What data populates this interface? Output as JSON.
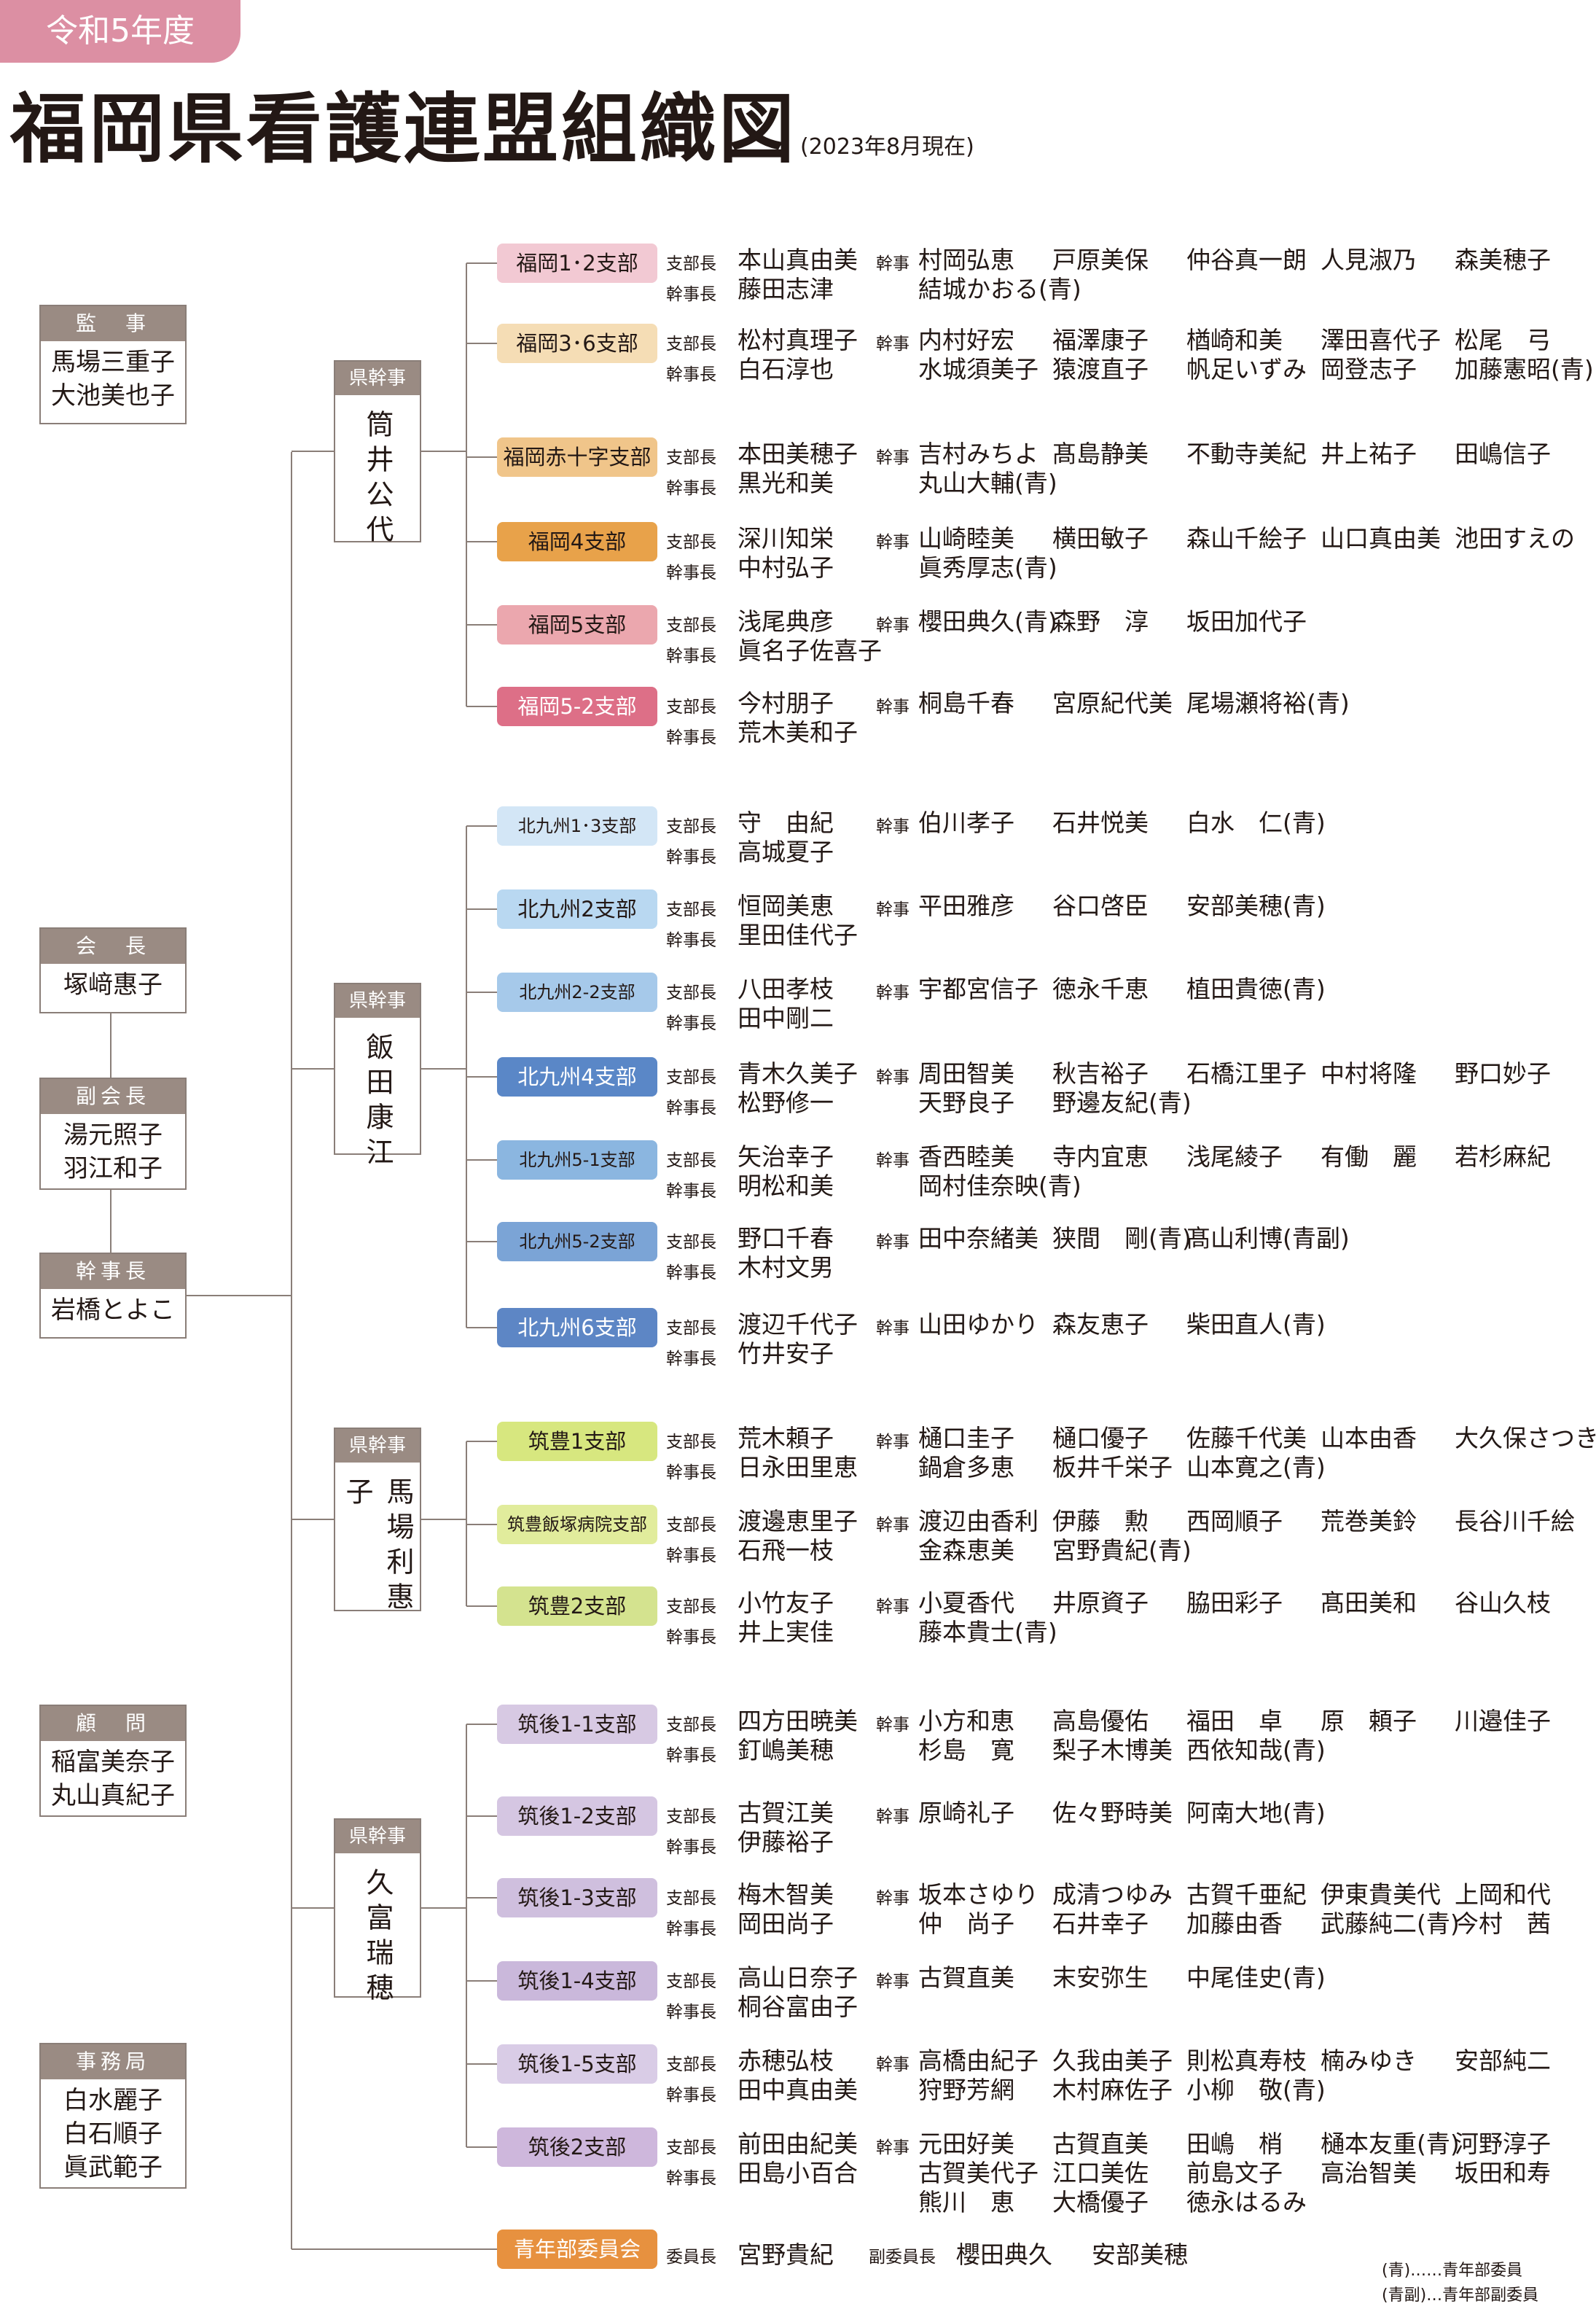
{
  "header": {
    "badge": "令和5年度",
    "title": "福岡県看護連盟組織図",
    "date_note": "(2023年8月現在)"
  },
  "roles": [
    {
      "title": "監　事",
      "names": [
        "馬場三重子",
        "大池美也子"
      ]
    },
    {
      "title": "会　長",
      "names": [
        "塚﨑惠子"
      ]
    },
    {
      "title": "副会長",
      "names": [
        "湯元照子",
        "羽江和子"
      ]
    },
    {
      "title": "幹事長",
      "names": [
        "岩橋とよこ"
      ]
    },
    {
      "title": "顧　問",
      "names": [
        "稲富美奈子",
        "丸山真紀子"
      ]
    },
    {
      "title": "事務局",
      "names": [
        "白水麗子",
        "白石順子",
        "眞武範子"
      ]
    }
  ],
  "kenkanji": [
    {
      "title": "県幹事",
      "name": "筒井公代"
    },
    {
      "title": "県幹事",
      "name": "飯田康江"
    },
    {
      "title": "県幹事",
      "name": "馬場利惠子"
    },
    {
      "title": "県幹事",
      "name": "久富瑞穂"
    }
  ],
  "labels": {
    "shibucho": "支部長",
    "kanjicho": "幹事長",
    "kanji": "幹事",
    "iincho": "委員長",
    "fukuiincho": "副委員長"
  },
  "colors": {
    "fukuoka": [
      "#f2c9d3",
      "#f5ddb5",
      "#f0c58a",
      "#e8a24a",
      "#eba7ae",
      "#dd6f87"
    ],
    "kitakyushu": [
      "#d3e6f6",
      "#b9d8f1",
      "#a6c9ea",
      "#5a87c7",
      "#8bb6e0",
      "#7ba4d6",
      "#5d86c5"
    ],
    "chikuho": [
      "#d7e77f",
      "#e1ec9c",
      "#d4e38f"
    ],
    "chikugo": [
      "#d7c9e3",
      "#d5c6e2",
      "#cfbfde",
      "#cab8db",
      "#d9cce6",
      "#ceb7dc"
    ],
    "youth": "#e7913f"
  },
  "branches": [
    {
      "name": "福岡1･2支部",
      "shibucho": "本山真由美",
      "kanjicho": "藤田志津",
      "kanji": [
        [
          "村岡弘恵",
          "戸原美保",
          "仲谷真一朗",
          "人見淑乃",
          "森美穂子"
        ],
        [
          "結城かおる(青)"
        ]
      ]
    },
    {
      "name": "福岡3･6支部",
      "shibucho": "松村真理子",
      "kanjicho": "白石淳也",
      "kanji": [
        [
          "内村好宏",
          "福澤康子",
          "楢崎和美",
          "澤田喜代子",
          "松尾　弓"
        ],
        [
          "水城須美子",
          "猿渡直子",
          "帆足いずみ",
          "岡登志子",
          "加藤憲昭(青)"
        ]
      ]
    },
    {
      "name": "福岡赤十字支部",
      "shibucho": "本田美穂子",
      "kanjicho": "黒光和美",
      "kanji": [
        [
          "吉村みちよ",
          "髙島静美",
          "不動寺美紀",
          "井上祐子",
          "田嶋信子"
        ],
        [
          "丸山大輔(青)"
        ]
      ]
    },
    {
      "name": "福岡4支部",
      "shibucho": "深川知栄",
      "kanjicho": "中村弘子",
      "kanji": [
        [
          "山崎睦美",
          "横田敏子",
          "森山千絵子",
          "山口真由美",
          "池田すえの"
        ],
        [
          "眞秀厚志(青)"
        ]
      ]
    },
    {
      "name": "福岡5支部",
      "shibucho": "浅尾典彦",
      "kanjicho": "眞名子佐喜子",
      "kanji": [
        [
          "櫻田典久(青)",
          "森野　淳",
          "坂田加代子"
        ]
      ]
    },
    {
      "name": "福岡5-2支部",
      "shibucho": "今村朋子",
      "kanjicho": "荒木美和子",
      "kanji": [
        [
          "桐島千春",
          "宮原紀代美",
          "尾場瀬将裕(青)"
        ]
      ]
    },
    {
      "name": "北九州1･3支部",
      "shibucho": "守　由紀",
      "kanjicho": "高城夏子",
      "kanji": [
        [
          "伯川孝子",
          "石井悦美",
          "白水　仁(青)"
        ]
      ]
    },
    {
      "name": "北九州2支部",
      "shibucho": "恒岡美恵",
      "kanjicho": "里田佳代子",
      "kanji": [
        [
          "平田雅彦",
          "谷口啓臣",
          "安部美穂(青)"
        ]
      ]
    },
    {
      "name": "北九州2-2支部",
      "shibucho": "八田孝枝",
      "kanjicho": "田中剛二",
      "kanji": [
        [
          "宇都宮信子",
          "徳永千恵",
          "植田貴徳(青)"
        ]
      ]
    },
    {
      "name": "北九州4支部",
      "shibucho": "青木久美子",
      "kanjicho": "松野修一",
      "kanji": [
        [
          "周田智美",
          "秋吉裕子",
          "石橋江里子",
          "中村将隆",
          "野口妙子"
        ],
        [
          "天野良子",
          "野邊友紀(青)"
        ]
      ]
    },
    {
      "name": "北九州5-1支部",
      "shibucho": "矢治幸子",
      "kanjicho": "明松和美",
      "kanji": [
        [
          "香西睦美",
          "寺内宜恵",
          "浅尾綾子",
          "有働　麗",
          "若杉麻紀"
        ],
        [
          "岡村佳奈映(青)"
        ]
      ]
    },
    {
      "name": "北九州5-2支部",
      "shibucho": "野口千春",
      "kanjicho": "木村文男",
      "kanji": [
        [
          "田中奈緒美",
          "狭間　剛(青)",
          "髙山利博(青副)"
        ]
      ]
    },
    {
      "name": "北九州6支部",
      "shibucho": "渡辺千代子",
      "kanjicho": "竹井安子",
      "kanji": [
        [
          "山田ゆかり",
          "森友恵子",
          "柴田直人(青)"
        ]
      ]
    },
    {
      "name": "筑豊1支部",
      "shibucho": "荒木頼子",
      "kanjicho": "日永田里恵",
      "kanji": [
        [
          "樋口圭子",
          "樋口優子",
          "佐藤千代美",
          "山本由香",
          "大久保さつき"
        ],
        [
          "鍋倉多恵",
          "板井千栄子",
          "山本寛之(青)"
        ]
      ]
    },
    {
      "name": "筑豊飯塚病院支部",
      "shibucho": "渡邊恵里子",
      "kanjicho": "石飛一枝",
      "kanji": [
        [
          "渡辺由香利",
          "伊藤　勲",
          "西岡順子",
          "荒巻美鈴",
          "長谷川千絵"
        ],
        [
          "金森恵美",
          "宮野貴紀(青)"
        ]
      ]
    },
    {
      "name": "筑豊2支部",
      "shibucho": "小竹友子",
      "kanjicho": "井上実佳",
      "kanji": [
        [
          "小夏香代",
          "井原資子",
          "脇田彩子",
          "髙田美和",
          "谷山久枝"
        ],
        [
          "藤本貴士(青)"
        ]
      ]
    },
    {
      "name": "筑後1-1支部",
      "shibucho": "四方田暁美",
      "kanjicho": "釘嶋美穂",
      "kanji": [
        [
          "小方和恵",
          "高島優佑",
          "福田　卓",
          "原　頼子",
          "川邉佳子"
        ],
        [
          "杉島　寛",
          "梨子木博美",
          "西依知哉(青)"
        ]
      ]
    },
    {
      "name": "筑後1-2支部",
      "shibucho": "古賀江美",
      "kanjicho": "伊藤裕子",
      "kanji": [
        [
          "原崎礼子",
          "佐々野時美",
          "阿南大地(青)"
        ]
      ]
    },
    {
      "name": "筑後1-3支部",
      "shibucho": "梅木智美",
      "kanjicho": "岡田尚子",
      "kanji": [
        [
          "坂本さゆり",
          "成清つゆみ",
          "古賀千亜紀",
          "伊東貴美代",
          "上岡和代"
        ],
        [
          "仲　尚子",
          "石井幸子",
          "加藤由香",
          "武藤純二(青)",
          "今村　茜"
        ]
      ]
    },
    {
      "name": "筑後1-4支部",
      "shibucho": "高山日奈子",
      "kanjicho": "桐谷富由子",
      "kanji": [
        [
          "古賀直美",
          "末安弥生",
          "中尾佳史(青)"
        ]
      ]
    },
    {
      "name": "筑後1-5支部",
      "shibucho": "赤穂弘枝",
      "kanjicho": "田中真由美",
      "kanji": [
        [
          "高橋由紀子",
          "久我由美子",
          "則松真寿枝",
          "楠みゆき",
          "安部純二"
        ],
        [
          "狩野芳網",
          "木村麻佐子",
          "小柳　敬(青)"
        ]
      ]
    },
    {
      "name": "筑後2支部",
      "shibucho": "前田由紀美",
      "kanjicho": "田島小百合",
      "kanji": [
        [
          "元田好美",
          "古賀直美",
          "田嶋　梢",
          "樋本友重(青)",
          "河野淳子"
        ],
        [
          "古賀美代子",
          "江口美佐",
          "前島文子",
          "高治智美",
          "坂田和寿"
        ],
        [
          "熊川　恵",
          "大橋優子",
          "徳永はるみ"
        ]
      ]
    }
  ],
  "youth_committee": {
    "name": "青年部委員会",
    "chair": "宮野貴紀",
    "vice": [
      "櫻田典久",
      "安部美穂"
    ]
  },
  "notes": [
    "(青)……青年部委員",
    "(青副)…青年部副委員"
  ]
}
